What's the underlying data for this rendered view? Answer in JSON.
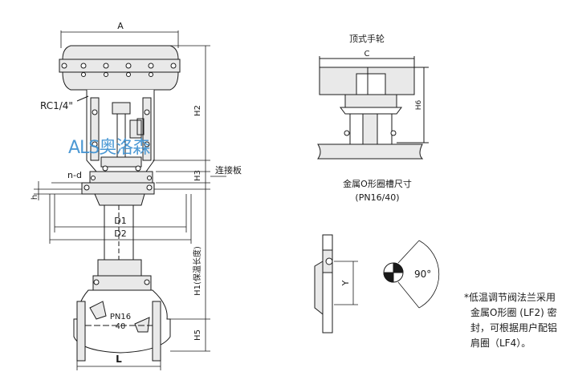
{
  "labels": {
    "dim_a": "A",
    "dim_c": "C",
    "port": "RC1/4\"",
    "dim_h2": "H2",
    "dim_h3": "H3",
    "dim_h6": "H6",
    "connect_plate": "连接板",
    "holes": "n-d",
    "dim_h": "h",
    "dim_d1": "D1",
    "dim_d2": "D2",
    "dim_h1": "H1(保温长度)",
    "dim_h5": "H5",
    "dim_l": "L",
    "pressure_top": "PN16",
    "pressure_bottom": "40",
    "top_handwheel": "顶式手轮",
    "oring_title": "金属O形圈槽尺寸",
    "oring_pn": "(PN16/40)",
    "dim_y": "Y",
    "angle": "90°"
  },
  "watermark": "ALS奥洛森",
  "note": [
    "*低温调节阀法兰采用",
    "金属O形圈 (LF2) 密",
    "封，可根据用户配铝",
    "肩圈（LF4）。"
  ],
  "colors": {
    "line": "#1a1a1a",
    "fill": "#e9e9e9",
    "watermark": "#3a8fd0"
  }
}
